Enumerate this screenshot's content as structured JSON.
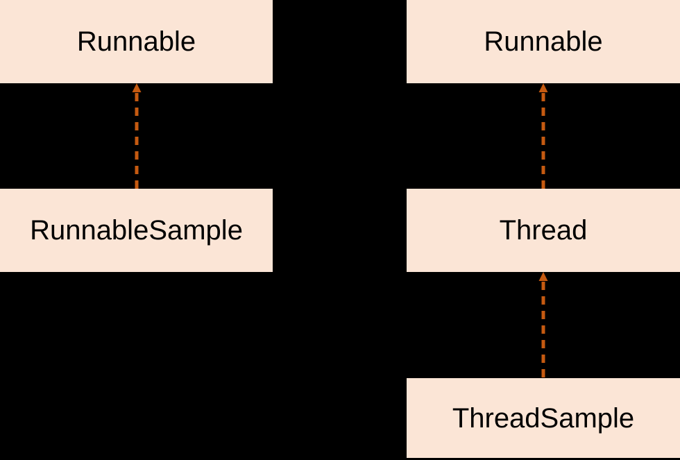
{
  "colors": {
    "background": "#000000",
    "box_fill": "#fbe5d6",
    "box_text": "#000000",
    "arrow": "#c55a11"
  },
  "diagrams": [
    {
      "id": "runnable-inheritance",
      "nodes": [
        {
          "label": "Runnable"
        },
        {
          "label": "RunnableSample"
        }
      ],
      "edges": [
        {
          "from": "RunnableSample",
          "to": "Runnable",
          "type": "dashed-arrow-up"
        }
      ]
    },
    {
      "id": "thread-inheritance",
      "nodes": [
        {
          "label": "Runnable"
        },
        {
          "label": "Thread"
        },
        {
          "label": "ThreadSample"
        }
      ],
      "edges": [
        {
          "from": "Thread",
          "to": "Runnable",
          "type": "dashed-arrow-up"
        },
        {
          "from": "ThreadSample",
          "to": "Thread",
          "type": "dashed-arrow-up"
        }
      ]
    }
  ]
}
